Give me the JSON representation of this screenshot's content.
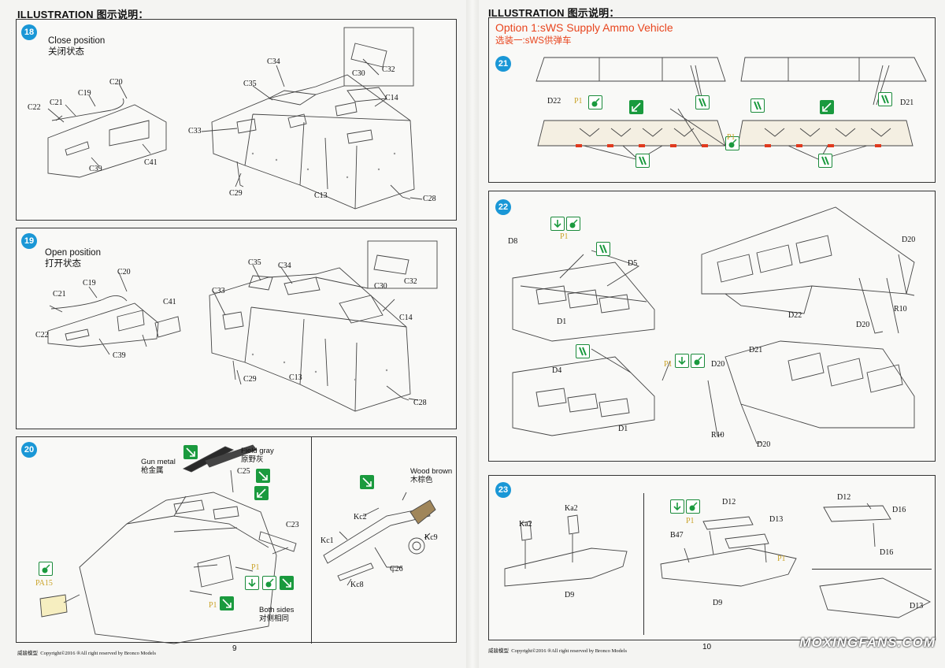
{
  "pages": [
    {
      "header": "ILLUSTRATION 图示说明：",
      "page_number": "9",
      "copyright": "Copyright©2016  ®All right reserved by Bronco Models",
      "brand": "威骏模型"
    },
    {
      "header": "ILLUSTRATION 图示说明：",
      "page_number": "10",
      "copyright": "Copyright©2016  ®All right reserved by Bronco Models",
      "brand": "威骏模型"
    }
  ],
  "steps": {
    "s18": {
      "number": "18",
      "title_en": "Close position",
      "title_cn": "关闭状态",
      "labels": [
        "C22",
        "C21",
        "C19",
        "C20",
        "C39",
        "C41",
        "C29",
        "C33",
        "C35",
        "C34",
        "C30",
        "C32",
        "C14",
        "C13",
        "C28"
      ]
    },
    "s19": {
      "number": "19",
      "title_en": "Open position",
      "title_cn": "打开状态",
      "labels": [
        "C21",
        "C19",
        "C20",
        "C22",
        "C39",
        "C41",
        "C33",
        "C35",
        "C34",
        "C30",
        "C32",
        "C14",
        "C13",
        "C29",
        "C28"
      ]
    },
    "s20": {
      "number": "20",
      "labels": [
        "C25",
        "C23",
        "P1",
        "PA15",
        "P1",
        "Kc2",
        "Kc1",
        "Kc8",
        "C26",
        "Kc9"
      ],
      "notes": {
        "gun_metal_en": "Gun metal",
        "gun_metal_cn": "枪金属",
        "field_gray_en": "Field gray",
        "field_gray_cn": "原野灰",
        "wood_brown_en": "Wood brown",
        "wood_brown_cn": "木棕色",
        "both_sides_en": "Both sides",
        "both_sides_cn": "对侧相同"
      }
    },
    "s21": {
      "number": "21",
      "option_en": "Option 1:sWS Supply Ammo Vehicle",
      "option_cn": "选装一:sWS供弹车",
      "labels": [
        "D22",
        "P1",
        "D21",
        "P1"
      ]
    },
    "s22": {
      "number": "22",
      "labels": [
        "D8",
        "P1",
        "D5",
        "D1",
        "D4",
        "P1",
        "D1",
        "D20",
        "D22",
        "D20",
        "R10",
        "D21",
        "D20",
        "R10",
        "D20"
      ]
    },
    "s23": {
      "number": "23",
      "labels": [
        "Ka2",
        "Ka2",
        "D9",
        "P1",
        "B47",
        "D12",
        "D13",
        "P1",
        "D9",
        "D12",
        "D16",
        "D16",
        "D13"
      ]
    }
  },
  "watermark": "MOXINGFANS.COM",
  "colors": {
    "step_badge": "#1a97d6",
    "option_title": "#e8451e",
    "icon_green": "#1a9a3e",
    "part_label_p": "#c9a227",
    "red_marker": "#e03a1e"
  },
  "icons": [
    "glue-icon",
    "paint-icon",
    "flip-icon",
    "swap-icon",
    "cut-icon"
  ]
}
